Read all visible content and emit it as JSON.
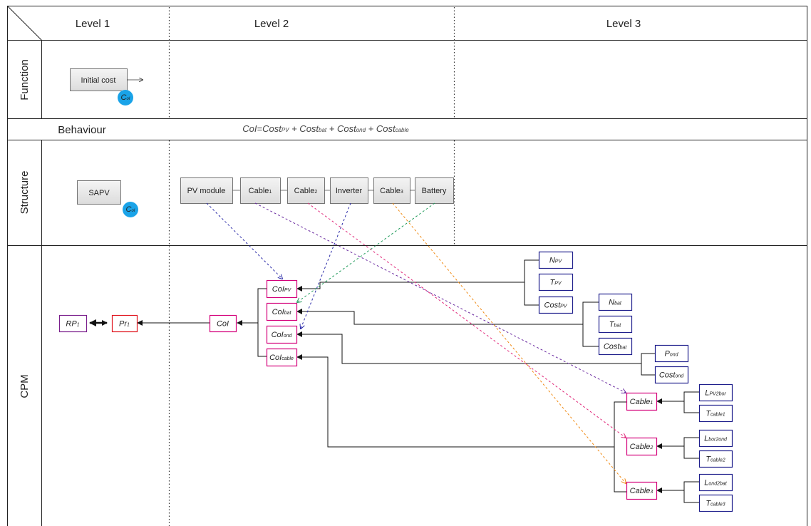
{
  "headers": {
    "level1": "Level 1",
    "level2": "Level 2",
    "level3": "Level 3"
  },
  "rows": {
    "function": "Function",
    "behaviour": "Behaviour",
    "structure": "Structure",
    "cpm": "CPM"
  },
  "function_box": {
    "label": "Initial cost",
    "badge_main": "C",
    "badge_sub": "oI"
  },
  "behaviour_equation": [
    {
      "m": "CoI=Cost",
      "s": "PV"
    },
    {
      "m": " + Cost",
      "s": "bat"
    },
    {
      "m": " + Cost",
      "s": "ond"
    },
    {
      "m": " + Cost",
      "s": "cable"
    }
  ],
  "structure": {
    "level1_box": "SAPV",
    "badge_main": "C",
    "badge_sub": "oI",
    "chain": [
      {
        "m": "PV module",
        "s": ""
      },
      {
        "m": "Cable",
        "s": "1"
      },
      {
        "m": "Cable",
        "s": "2"
      },
      {
        "m": "Inverter",
        "s": ""
      },
      {
        "m": "Cable",
        "s": "3"
      },
      {
        "m": "Battery",
        "s": ""
      }
    ]
  },
  "cpm": {
    "rp1": {
      "m": "RP",
      "s": "1"
    },
    "pr1": {
      "m": "Pr",
      "s": "1"
    },
    "coi": {
      "m": "CoI",
      "s": ""
    },
    "coi_items": [
      {
        "m": "CoI",
        "s": "PV"
      },
      {
        "m": "CoI",
        "s": "bat"
      },
      {
        "m": "CoI",
        "s": "ond"
      },
      {
        "m": "CoI",
        "s": "cable"
      }
    ],
    "pv_group": [
      {
        "m": "N",
        "s": "PV"
      },
      {
        "m": "T",
        "s": "PV"
      },
      {
        "m": "Cost",
        "s": "PV"
      }
    ],
    "bat_group": [
      {
        "m": "N",
        "s": "bat"
      },
      {
        "m": "T",
        "s": "bat"
      },
      {
        "m": "Cost",
        "s": "bat"
      }
    ],
    "ond_group": [
      {
        "m": "P",
        "s": "ond"
      },
      {
        "m": "Cost",
        "s": "ond"
      }
    ],
    "cables": [
      {
        "m": "Cable",
        "s": "1"
      },
      {
        "m": "Cable",
        "s": "2"
      },
      {
        "m": "Cable",
        "s": "3"
      }
    ],
    "cable_params": [
      [
        {
          "m": "L",
          "s": "PV2bor"
        },
        {
          "m": "T",
          "s": "cable1"
        }
      ],
      [
        {
          "m": "L",
          "s": "bor2ond"
        },
        {
          "m": "T",
          "s": "cable2"
        }
      ],
      [
        {
          "m": "L",
          "s": "ond2bat"
        },
        {
          "m": "T",
          "s": "cable3"
        }
      ]
    ]
  },
  "colors": {
    "pink": "#d4007a",
    "navy": "#1f1f8c",
    "red": "#e0141e",
    "purple": "#7a1f8c",
    "badge": "#1aa3e8",
    "dash_blue": "#2a2aa8",
    "dash_purple": "#6a2aa0",
    "dash_pink": "#e0287a",
    "dash_green": "#1f9a5a",
    "dash_orange": "#f08a14"
  }
}
